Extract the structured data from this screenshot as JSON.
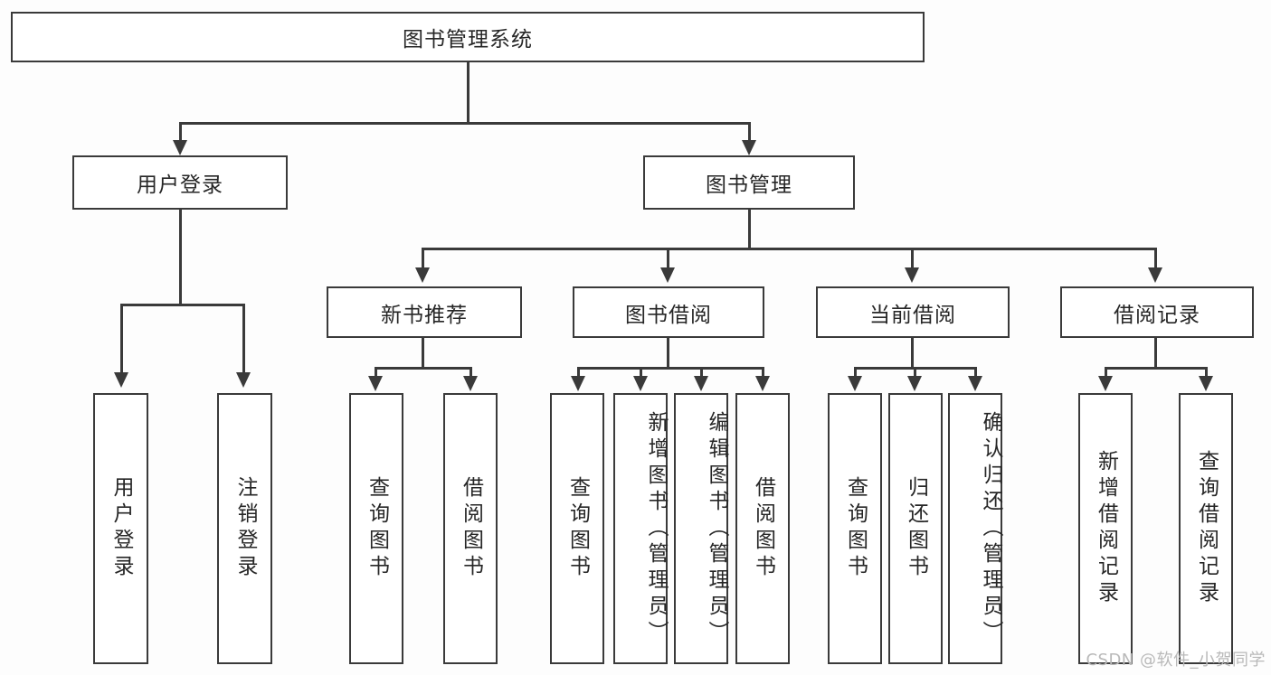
{
  "diagram": {
    "type": "hierarchy-tree",
    "root": {
      "label": "图书管理系统"
    },
    "level2": [
      {
        "label": "用户登录"
      },
      {
        "label": "图书管理"
      }
    ],
    "level3": [
      {
        "label": "新书推荐"
      },
      {
        "label": "图书借阅"
      },
      {
        "label": "当前借阅"
      },
      {
        "label": "借阅记录"
      }
    ],
    "leaves": {
      "user_login": [
        {
          "label": "用户登录"
        },
        {
          "label": "注销登录"
        }
      ],
      "new_book_recommend": [
        {
          "label": "查询图书"
        },
        {
          "label": "借阅图书"
        }
      ],
      "book_borrow": [
        {
          "label": "查询图书"
        },
        {
          "label": "新增图书（管理员）"
        },
        {
          "label": "编辑图书（管理员）"
        },
        {
          "label": "借阅图书"
        }
      ],
      "current_borrow": [
        {
          "label": "查询图书"
        },
        {
          "label": "归还图书"
        },
        {
          "label": "确认归还（管理员）"
        }
      ],
      "borrow_records": [
        {
          "label": "新增借阅记录"
        },
        {
          "label": "查询借阅记录"
        }
      ]
    }
  },
  "watermark": {
    "text": "CSDN @软件_小贺同学"
  },
  "colors": {
    "stroke": "#3a3a3a",
    "box_fill": "#ffffff",
    "text": "#262626",
    "background": "#fdfdfd",
    "watermark": "#b9b9b9"
  }
}
